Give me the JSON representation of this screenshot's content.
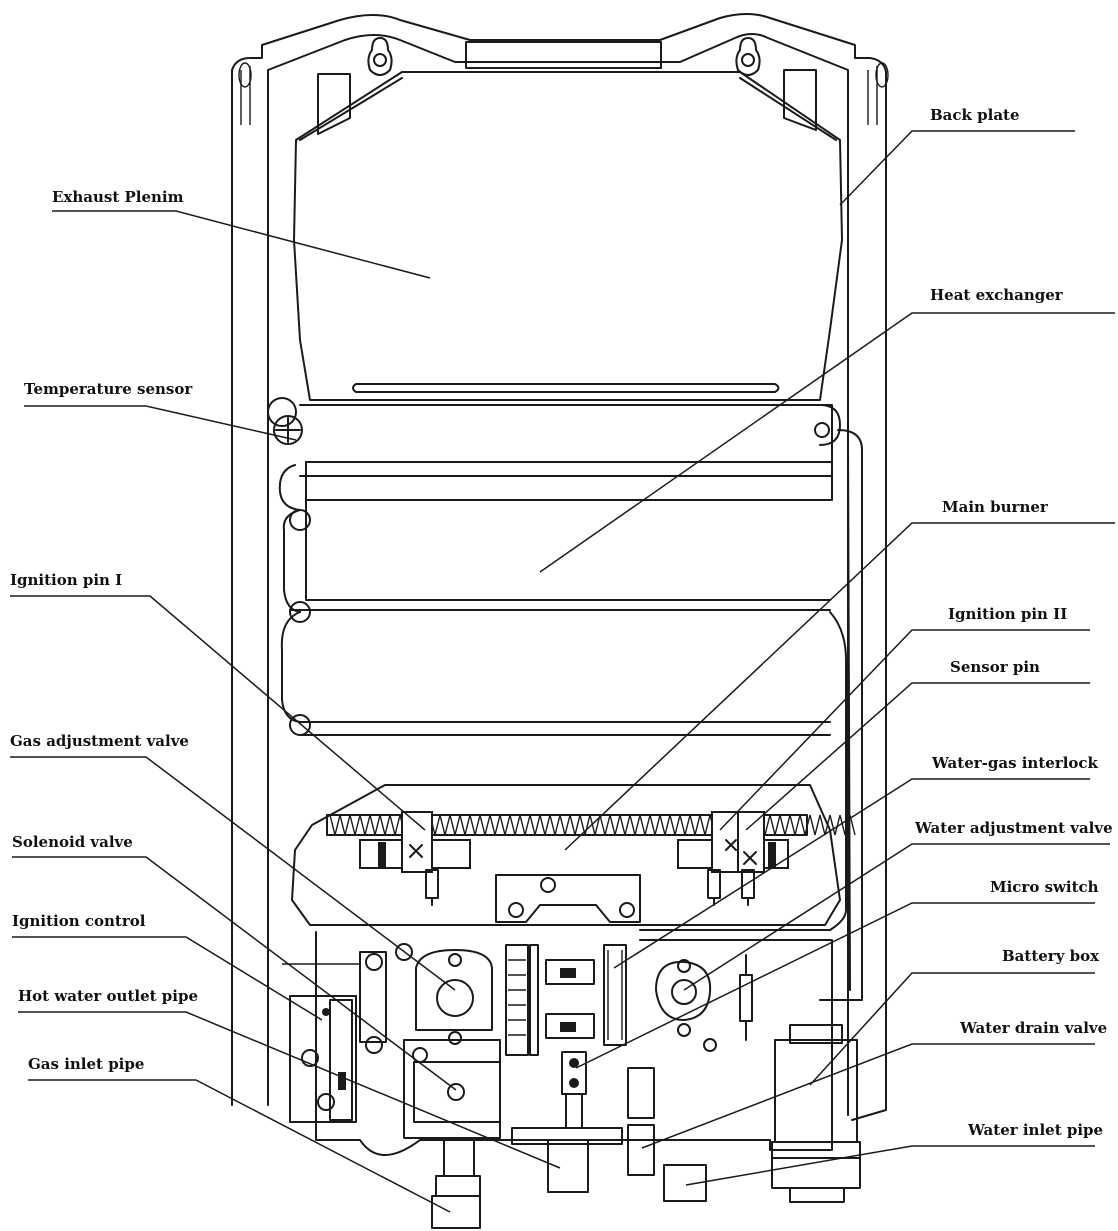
{
  "labels": {
    "back_plate": "Back plate",
    "exhaust_plenim": "Exhaust Plenim",
    "heat_exchanger": "Heat exchanger",
    "temperature_sensor": "Temperature sensor",
    "main_burner": "Main burner",
    "ignition_pin_1": "Ignition pin I",
    "ignition_pin_2": "Ignition pin II",
    "sensor_pin": "Sensor pin",
    "gas_adjustment_valve": "Gas adjustment valve",
    "water_gas_interlock": "Water-gas interlock",
    "solenoid_valve": "Solenoid valve",
    "water_adjustment_valve": "Water adjustment valve",
    "micro_switch": "Micro switch",
    "ignition_control": "Ignition control",
    "battery_box": "Battery box",
    "hot_water_outlet_pipe": "Hot water outlet pipe",
    "water_drain_valve": "Water drain valve",
    "gas_inlet_pipe": "Gas inlet pipe",
    "water_inlet_pipe": "Water inlet pipe"
  }
}
